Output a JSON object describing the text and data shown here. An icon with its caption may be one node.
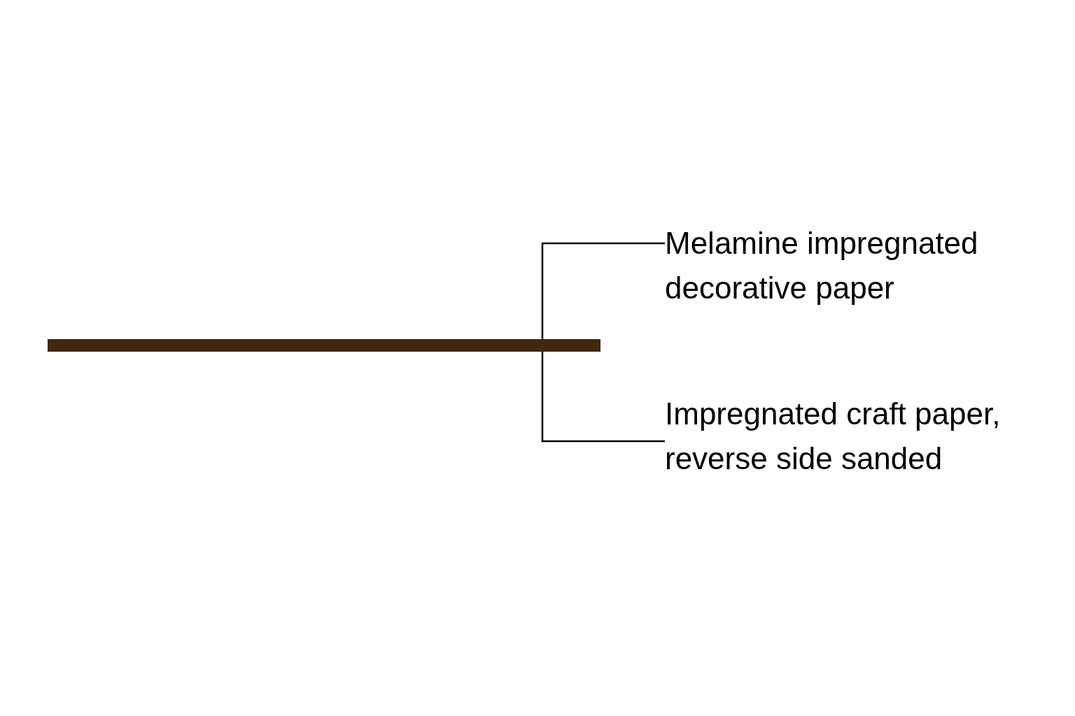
{
  "diagram": {
    "nodes": [
      {
        "text": [],
        "shape": "bar"
      },
      {
        "text": [
          "Melamine impregnated decorative paper"
        ]
      },
      {
        "text": [
          "Impregnated craft paper, reverse side sanded"
        ]
      }
    ],
    "edges": [
      {
        "from": 1,
        "to": 0,
        "arrow": "none"
      },
      {
        "from": 2,
        "to": 0,
        "arrow": "none"
      }
    ]
  }
}
